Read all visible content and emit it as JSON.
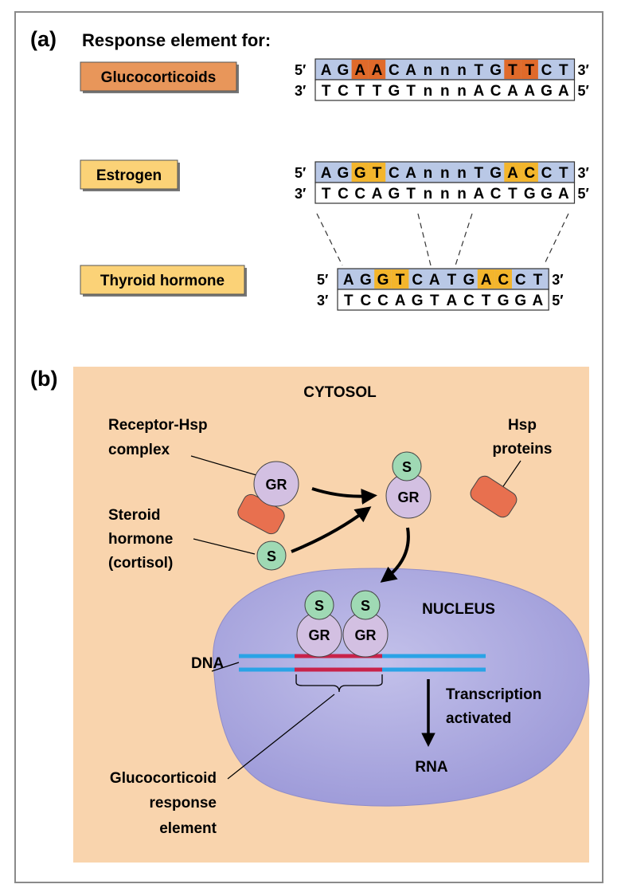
{
  "panel_a": {
    "label": "(a)",
    "title": "Response element for:",
    "rows": [
      {
        "hormone": "Glucocorticoids",
        "label_color": "#e8965a",
        "top": {
          "prime_left": "5′",
          "prime_right": "3′",
          "bases": [
            "A",
            "G",
            "A",
            "A",
            "C",
            "A",
            "n",
            "n",
            "n",
            "T",
            "G",
            "T",
            "T",
            "C",
            "T"
          ],
          "highlight": [
            2,
            3,
            11,
            12
          ],
          "highlight_color": "#e06a2a"
        },
        "bottom": {
          "prime_left": "3′",
          "prime_right": "5′",
          "bases": [
            "T",
            "C",
            "T",
            "T",
            "G",
            "T",
            "n",
            "n",
            "n",
            "A",
            "C",
            "A",
            "A",
            "G",
            "A"
          ]
        }
      },
      {
        "hormone": "Estrogen",
        "label_color": "#fbd277",
        "top": {
          "prime_left": "5′",
          "prime_right": "3′",
          "bases": [
            "A",
            "G",
            "G",
            "T",
            "C",
            "A",
            "n",
            "n",
            "n",
            "T",
            "G",
            "A",
            "C",
            "C",
            "T"
          ],
          "highlight": [
            2,
            3,
            11,
            12
          ],
          "highlight_color": "#f3b52c"
        },
        "bottom": {
          "prime_left": "3′",
          "prime_right": "5′",
          "bases": [
            "T",
            "C",
            "C",
            "A",
            "G",
            "T",
            "n",
            "n",
            "n",
            "A",
            "C",
            "T",
            "G",
            "G",
            "A"
          ]
        }
      },
      {
        "hormone": "Thyroid hormone",
        "label_color": "#fbd277",
        "top": {
          "prime_left": "5′",
          "prime_right": "3′",
          "bases": [
            "A",
            "G",
            "G",
            "T",
            "C",
            "A",
            "T",
            "G",
            "A",
            "C",
            "C",
            "T"
          ],
          "highlight": [
            2,
            3,
            8,
            9
          ],
          "highlight_color": "#f3b52c"
        },
        "bottom": {
          "prime_left": "3′",
          "prime_right": "5′",
          "bases": [
            "T",
            "C",
            "C",
            "A",
            "G",
            "T",
            "A",
            "C",
            "T",
            "G",
            "G",
            "A"
          ]
        }
      }
    ],
    "colors": {
      "seq_bg": "#b9c8e6",
      "seq_border": "#333333"
    }
  },
  "panel_b": {
    "label": "(b)",
    "cytosol_label": "CYTOSOL",
    "nucleus_label": "NUCLEUS",
    "receptor_complex_label": [
      "Receptor-Hsp",
      "complex"
    ],
    "hsp_label": [
      "Hsp",
      "proteins"
    ],
    "steroid_label": [
      "Steroid",
      "hormone",
      "(cortisol)"
    ],
    "dna_label": "DNA",
    "transcription_label": [
      "Transcription",
      "activated"
    ],
    "rna_label": "RNA",
    "gre_label": [
      "Glucocorticoid",
      "response",
      "element"
    ],
    "receptor_text": "GR",
    "steroid_text": "S",
    "colors": {
      "cytosol": "#f9d4ad",
      "nucleus": "#a9a6dd",
      "receptor": "#d3c0e2",
      "steroid": "#9fd9b4",
      "hsp": "#e8704f",
      "dna": "#2aa3e6",
      "gre": "#c8234a"
    }
  }
}
